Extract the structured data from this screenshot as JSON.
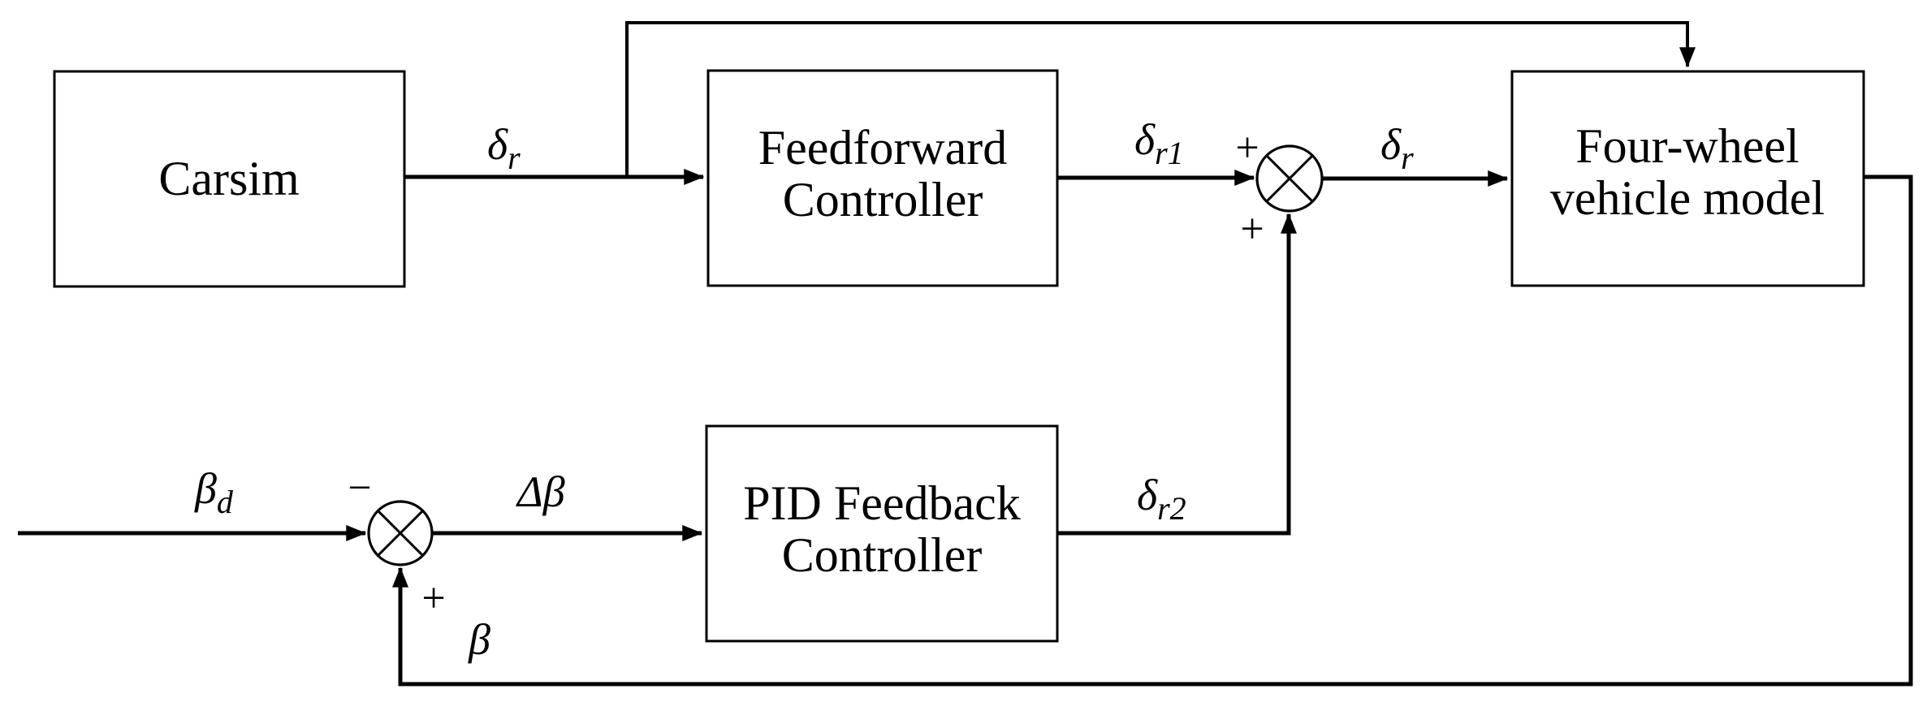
{
  "diagram": {
    "title": "Feedforward + PID feedback steering control block diagram",
    "colors": {
      "line": "#000000",
      "background": "#ffffff"
    },
    "blocks": {
      "carsim": {
        "label": "Carsim"
      },
      "feedforward": {
        "line1": "Feedforward",
        "line2": "Controller"
      },
      "pid": {
        "line1": "PID Feedback",
        "line2": "Controller"
      },
      "vehicle": {
        "line1": "Four-wheel",
        "line2": "vehicle model"
      }
    },
    "signals": {
      "delta_r_carsim": {
        "main": "δ",
        "sub": "r"
      },
      "delta_r1": {
        "main": "δ",
        "sub": "r1"
      },
      "delta_r_sum": {
        "main": "δ",
        "sub": "r"
      },
      "delta_r2": {
        "main": "δ",
        "sub": "r2"
      },
      "delta_beta": {
        "main": "Δβ"
      },
      "beta_d": {
        "main": "β",
        "sub": "d"
      },
      "beta": {
        "main": "β"
      }
    },
    "operators": {
      "sum1_plus_top": "+",
      "sum1_plus_bottom": "+",
      "sum2_minus": "−",
      "sum2_plus": "+"
    }
  }
}
